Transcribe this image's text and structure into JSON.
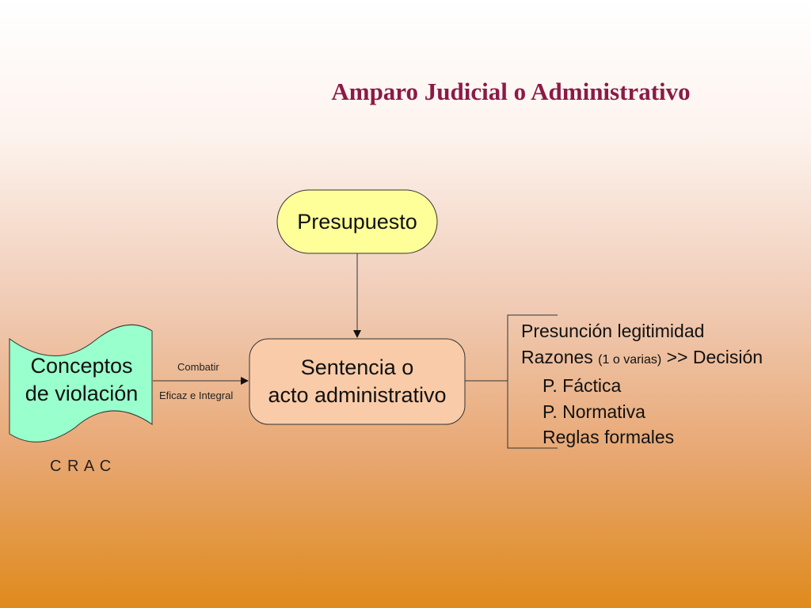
{
  "title": "Amparo Judicial o Administrativo",
  "nodes": {
    "presupuesto": "Presupuesto",
    "sentencia": [
      "Sentencia o",
      "acto administrativo"
    ],
    "conceptos": [
      "Conceptos",
      "de violación"
    ]
  },
  "edge_labels": {
    "combatir": "Combatir",
    "eficaz": "Eficaz e Integral"
  },
  "crac": "C R A C",
  "list": {
    "presuncion": "Presunción legitimidad",
    "razones_main": "Razones ",
    "razones_small": "(1 o varias)",
    "razones_rest": " >> Decisión",
    "factica": "P. Fáctica",
    "normativa": "P. Normativa",
    "reglas": "Reglas formales"
  },
  "colors": {
    "title": "#8b1a45",
    "presupuesto_fill": "#ffff99",
    "sentencia_fill": "#f9cba8",
    "conceptos_fill": "#99ffcc"
  }
}
